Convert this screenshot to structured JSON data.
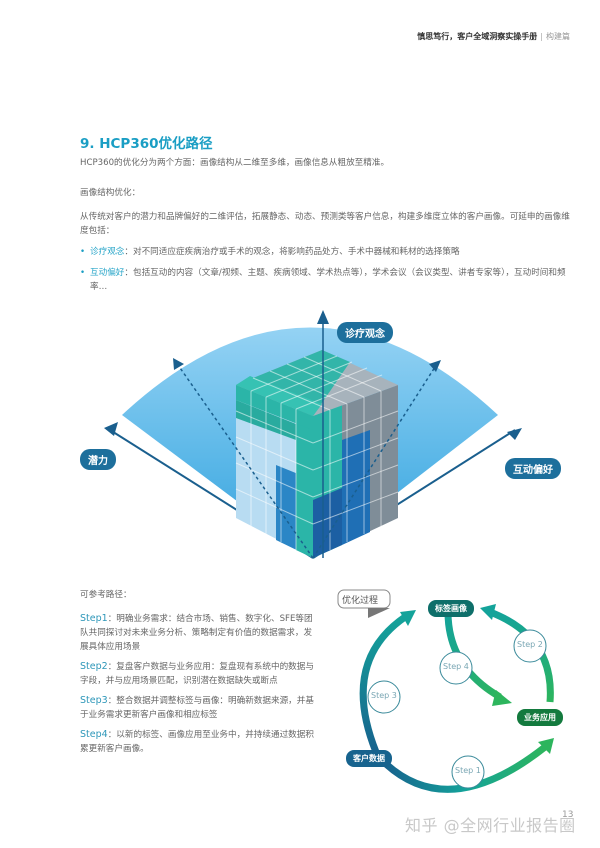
{
  "header": {
    "title": "慎思笃行，客户全域洞察实操手册",
    "separator": "|",
    "section": "构建篇"
  },
  "section": {
    "title": "9. HCP360优化路径",
    "intro": "HCP360的优化分为两个方面：画像结构从二维至多维，画像信息从粗放至精准。",
    "subhead": "画像结构优化：",
    "para1": "从传统对客户的潜力和品牌偏好的二维评估，拓展静态、动态、预测类等客户信息，构建多维度立体的客户画像。可延申的画像维度包括：",
    "bullets": [
      {
        "term": "诊疗观念",
        "text": "：对不同适应症疾病治疗或手术的观念，将影响药品处方、手术中器械和耗材的选择策略"
      },
      {
        "term": "互动偏好",
        "text": "：包括互动的内容（文章/视频、主题、疾病领域、学术热点等），学术会议（会议类型、讲者专家等），互动时间和频率…"
      }
    ]
  },
  "cube_diagram": {
    "axis_top": "诊疗观念",
    "axis_left": "潜力",
    "axis_right": "互动偏好",
    "colors": {
      "fan": "#5bb8ea",
      "teal": "#2bb5a8",
      "gray": "#8b99a4",
      "light_blue": "#b8dcf2",
      "dark_blue": "#1f6fb5",
      "label_bg": "#1d6f9c"
    }
  },
  "reference": {
    "title": "可参考路径：",
    "steps": [
      {
        "label": "Step1",
        "text": "：明确业务需求：结合市场、销售、数字化、SFE等团队共同探讨对未来业务分析、策略制定有价值的数据需求，发展具体应用场景"
      },
      {
        "label": "Step2",
        "text": "：复盘客户数据与业务应用：复盘现有系统中的数据与字段，并与应用场景匹配，识别潜在数据缺失或断点"
      },
      {
        "label": "Step3",
        "text": "：整合数据并调整标签与画像：明确新数据来源，并基于业务需求更新客户画像和相应标签"
      },
      {
        "label": "Step4",
        "text": "：以新的标签、画像应用至业务中，并持续通过数据积累更新客户画像。"
      }
    ]
  },
  "cycle_diagram": {
    "callout": "优化过程",
    "nodes": {
      "top": "标签画像",
      "right": "业务应用",
      "bottom_left": "客户数据"
    },
    "steps": [
      "Step 1",
      "Step 2",
      "Step 3",
      "Step 4"
    ],
    "colors": {
      "teal": "#14a39a",
      "green": "#2db55d",
      "blue": "#17638e",
      "dark_green": "#137a3e",
      "dark_teal": "#0e6f6a"
    }
  },
  "footer": {
    "watermark": "知乎 @全网行业报告圈",
    "page_number": "13"
  }
}
